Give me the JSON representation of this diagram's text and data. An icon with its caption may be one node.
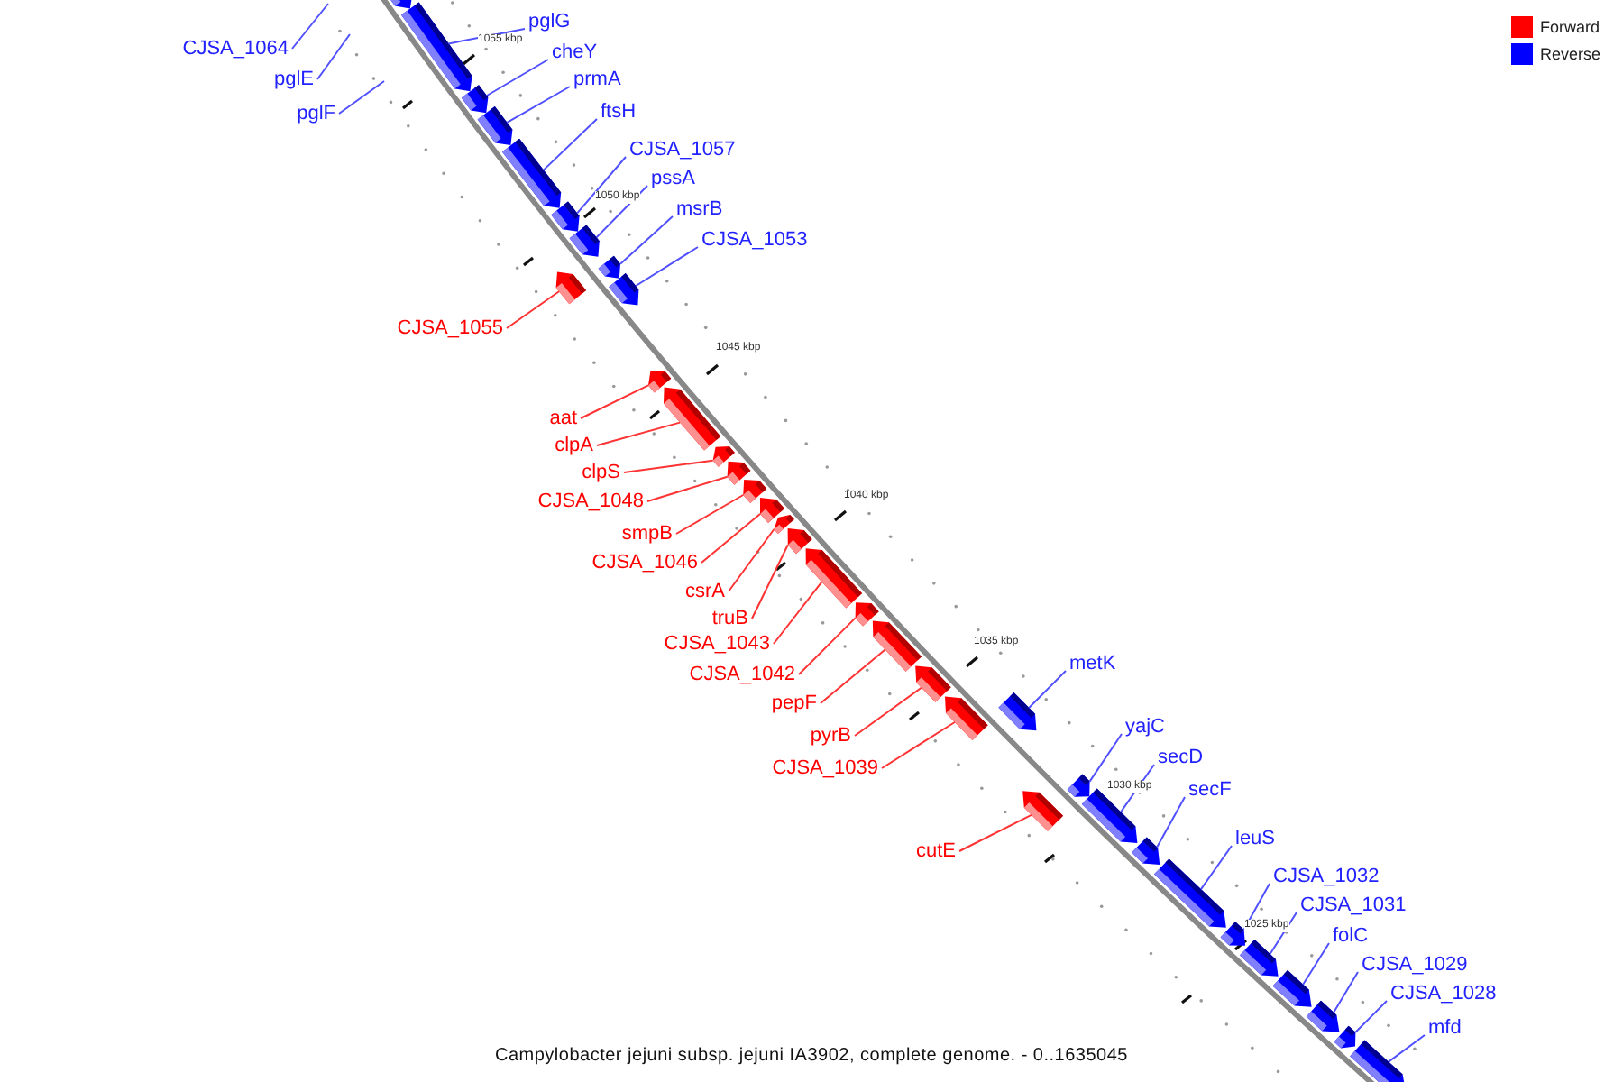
{
  "diagram": {
    "caption": "Campylobacter jejuni subsp. jejuni IA3902, complete genome. - 0..1635045",
    "nodes": [
      {
        "text": [
          "CJSA_1064"
        ]
      },
      {
        "text": [
          "pglE"
        ]
      },
      {
        "text": [
          "pglF"
        ]
      },
      {
        "text": [
          "pglG"
        ]
      },
      {
        "text": [
          "cheY"
        ]
      },
      {
        "text": [
          "prmA"
        ]
      },
      {
        "text": [
          "ftsH"
        ]
      },
      {
        "text": [
          "CJSA_1057"
        ]
      },
      {
        "text": [
          "pssA"
        ]
      },
      {
        "text": [
          "msrB"
        ]
      },
      {
        "text": [
          "CJSA_1053"
        ]
      },
      {
        "text": [
          "CJSA_1055"
        ]
      },
      {
        "text": [
          "aat"
        ]
      },
      {
        "text": [
          "clpA"
        ]
      },
      {
        "text": [
          "clpS"
        ]
      },
      {
        "text": [
          "CJSA_1048"
        ]
      },
      {
        "text": [
          "smpB"
        ]
      },
      {
        "text": [
          "CJSA_1046"
        ]
      },
      {
        "text": [
          "csrA"
        ]
      },
      {
        "text": [
          "truB"
        ]
      },
      {
        "text": [
          "CJSA_1043"
        ]
      },
      {
        "text": [
          "CJSA_1042"
        ]
      },
      {
        "text": [
          "pepF"
        ]
      },
      {
        "text": [
          "pyrB"
        ]
      },
      {
        "text": [
          "CJSA_1039"
        ]
      },
      {
        "text": [
          "cutE"
        ]
      },
      {
        "text": [
          "metK"
        ]
      },
      {
        "text": [
          "yajC"
        ]
      },
      {
        "text": [
          "secD"
        ]
      },
      {
        "text": [
          "secF"
        ]
      },
      {
        "text": [
          "leuS"
        ]
      },
      {
        "text": [
          "CJSA_1032"
        ]
      },
      {
        "text": [
          "CJSA_1031"
        ]
      },
      {
        "text": [
          "folC"
        ]
      },
      {
        "text": [
          "CJSA_1029"
        ]
      },
      {
        "text": [
          "CJSA_1028"
        ]
      },
      {
        "text": [
          "mfd"
        ]
      },
      {
        "text": [],
        "shape": "bar"
      },
      {
        "text": [],
        "shape": "bar"
      },
      {
        "text": [],
        "shape": "bar"
      },
      {
        "text": [],
        "shape": "bar"
      },
      {
        "text": [],
        "shape": "bar"
      },
      {
        "text": [],
        "shape": "bar"
      },
      {
        "text": [],
        "shape": "bar"
      },
      {
        "text": [],
        "shape": "bar"
      },
      {
        "text": [],
        "shape": "bar"
      },
      {
        "text": [],
        "shape": "bar"
      },
      {
        "text": [],
        "shape": "bar"
      },
      {
        "text": [],
        "shape": "bar"
      },
      {
        "text": [],
        "shape": "bar"
      },
      {
        "text": [],
        "shape": "bar"
      },
      {
        "text": [],
        "shape": "bar"
      },
      {
        "text": [],
        "shape": "bar"
      },
      {
        "text": [],
        "shape": "bar"
      },
      {
        "text": [],
        "shape": "bar"
      },
      {
        "text": [],
        "shape": "bar"
      },
      {
        "text": [],
        "shape": "bar"
      },
      {
        "text": [],
        "shape": "bar"
      },
      {
        "text": [],
        "shape": "bar"
      },
      {
        "text": [],
        "shape": "bar"
      },
      {
        "text": [],
        "shape": "bar"
      },
      {
        "text": [],
        "shape": "bar"
      },
      {
        "text": [],
        "shape": "bar"
      },
      {
        "text": [],
        "shape": "bar"
      },
      {
        "text": [],
        "shape": "bar"
      },
      {
        "text": [],
        "shape": "bar"
      },
      {
        "text": [],
        "shape": "bar"
      },
      {
        "text": [],
        "shape": "bar"
      },
      {
        "text": [],
        "shape": "bar"
      },
      {
        "text": [],
        "shape": "bar"
      },
      {
        "text": [],
        "shape": "bar"
      },
      {
        "text": [],
        "shape": "bar"
      }
    ],
    "edges": [
      {
        "from": 0,
        "to": null,
        "arrow": "none"
      },
      {
        "from": 1,
        "to": null,
        "arrow": "none"
      },
      {
        "from": 2,
        "to": null,
        "arrow": "none"
      },
      {
        "from": 3,
        "to": 38,
        "arrow": "none"
      },
      {
        "from": 4,
        "to": 39,
        "arrow": "none"
      },
      {
        "from": 5,
        "to": 40,
        "arrow": "none"
      },
      {
        "from": 6,
        "to": 41,
        "arrow": "none"
      },
      {
        "from": 7,
        "to": 42,
        "arrow": "none"
      },
      {
        "from": 8,
        "to": 43,
        "arrow": "none"
      },
      {
        "from": 9,
        "to": 44,
        "arrow": "none"
      },
      {
        "from": 10,
        "to": 45,
        "arrow": "none"
      },
      {
        "from": 11,
        "to": 46,
        "arrow": "none",
        "color": "#ff3333"
      },
      {
        "from": 12,
        "to": 47,
        "arrow": "none",
        "color": "#ff3333"
      },
      {
        "from": 13,
        "to": 48,
        "arrow": "none",
        "color": "#ff3333"
      },
      {
        "from": 14,
        "to": 49,
        "arrow": "none",
        "color": "#ff3333"
      },
      {
        "from": 15,
        "to": 50,
        "arrow": "none",
        "color": "#ff3333"
      },
      {
        "from": 16,
        "to": 51,
        "arrow": "none",
        "color": "#ff3333"
      },
      {
        "from": 17,
        "to": 52,
        "arrow": "none",
        "color": "#ff3333"
      },
      {
        "from": 18,
        "to": 53,
        "arrow": "none",
        "color": "#ff3333"
      },
      {
        "from": 19,
        "to": 54,
        "arrow": "none",
        "color": "#ff3333"
      },
      {
        "from": 20,
        "to": 55,
        "arrow": "none",
        "color": "#ff3333"
      },
      {
        "from": 21,
        "to": 56,
        "arrow": "none",
        "color": "#ff3333"
      },
      {
        "from": 22,
        "to": 57,
        "arrow": "none",
        "color": "#ff3333"
      },
      {
        "from": 23,
        "to": 58,
        "arrow": "none",
        "color": "#ff3333"
      },
      {
        "from": 24,
        "to": 59,
        "arrow": "none",
        "color": "#ff3333"
      },
      {
        "from": 25,
        "to": 60,
        "arrow": "none",
        "color": "#ff3333"
      },
      {
        "from": 26,
        "to": 61,
        "arrow": "none"
      },
      {
        "from": 27,
        "to": 62,
        "arrow": "none"
      },
      {
        "from": 28,
        "to": 63,
        "arrow": "none"
      },
      {
        "from": 29,
        "to": 64,
        "arrow": "none"
      },
      {
        "from": 30,
        "to": 65,
        "arrow": "none"
      },
      {
        "from": 31,
        "to": 66,
        "arrow": "none"
      },
      {
        "from": 32,
        "to": 67,
        "arrow": "none"
      },
      {
        "from": 33,
        "to": 68,
        "arrow": "none"
      },
      {
        "from": 34,
        "to": 69,
        "arrow": "none"
      },
      {
        "from": 35,
        "to": 70,
        "arrow": "none"
      },
      {
        "from": 36,
        "to": 71,
        "arrow": "none"
      }
    ],
    "labels": [
      "1055 kbp",
      "1050 kbp",
      "1045 kbp",
      "1040 kbp",
      "1035 kbp",
      "1030 kbp",
      "1025 kbp"
    ],
    "legend": [
      {
        "text": "Forward",
        "color": "#ff0000"
      },
      {
        "text": "Reverse",
        "color": "#0000ff"
      }
    ]
  }
}
